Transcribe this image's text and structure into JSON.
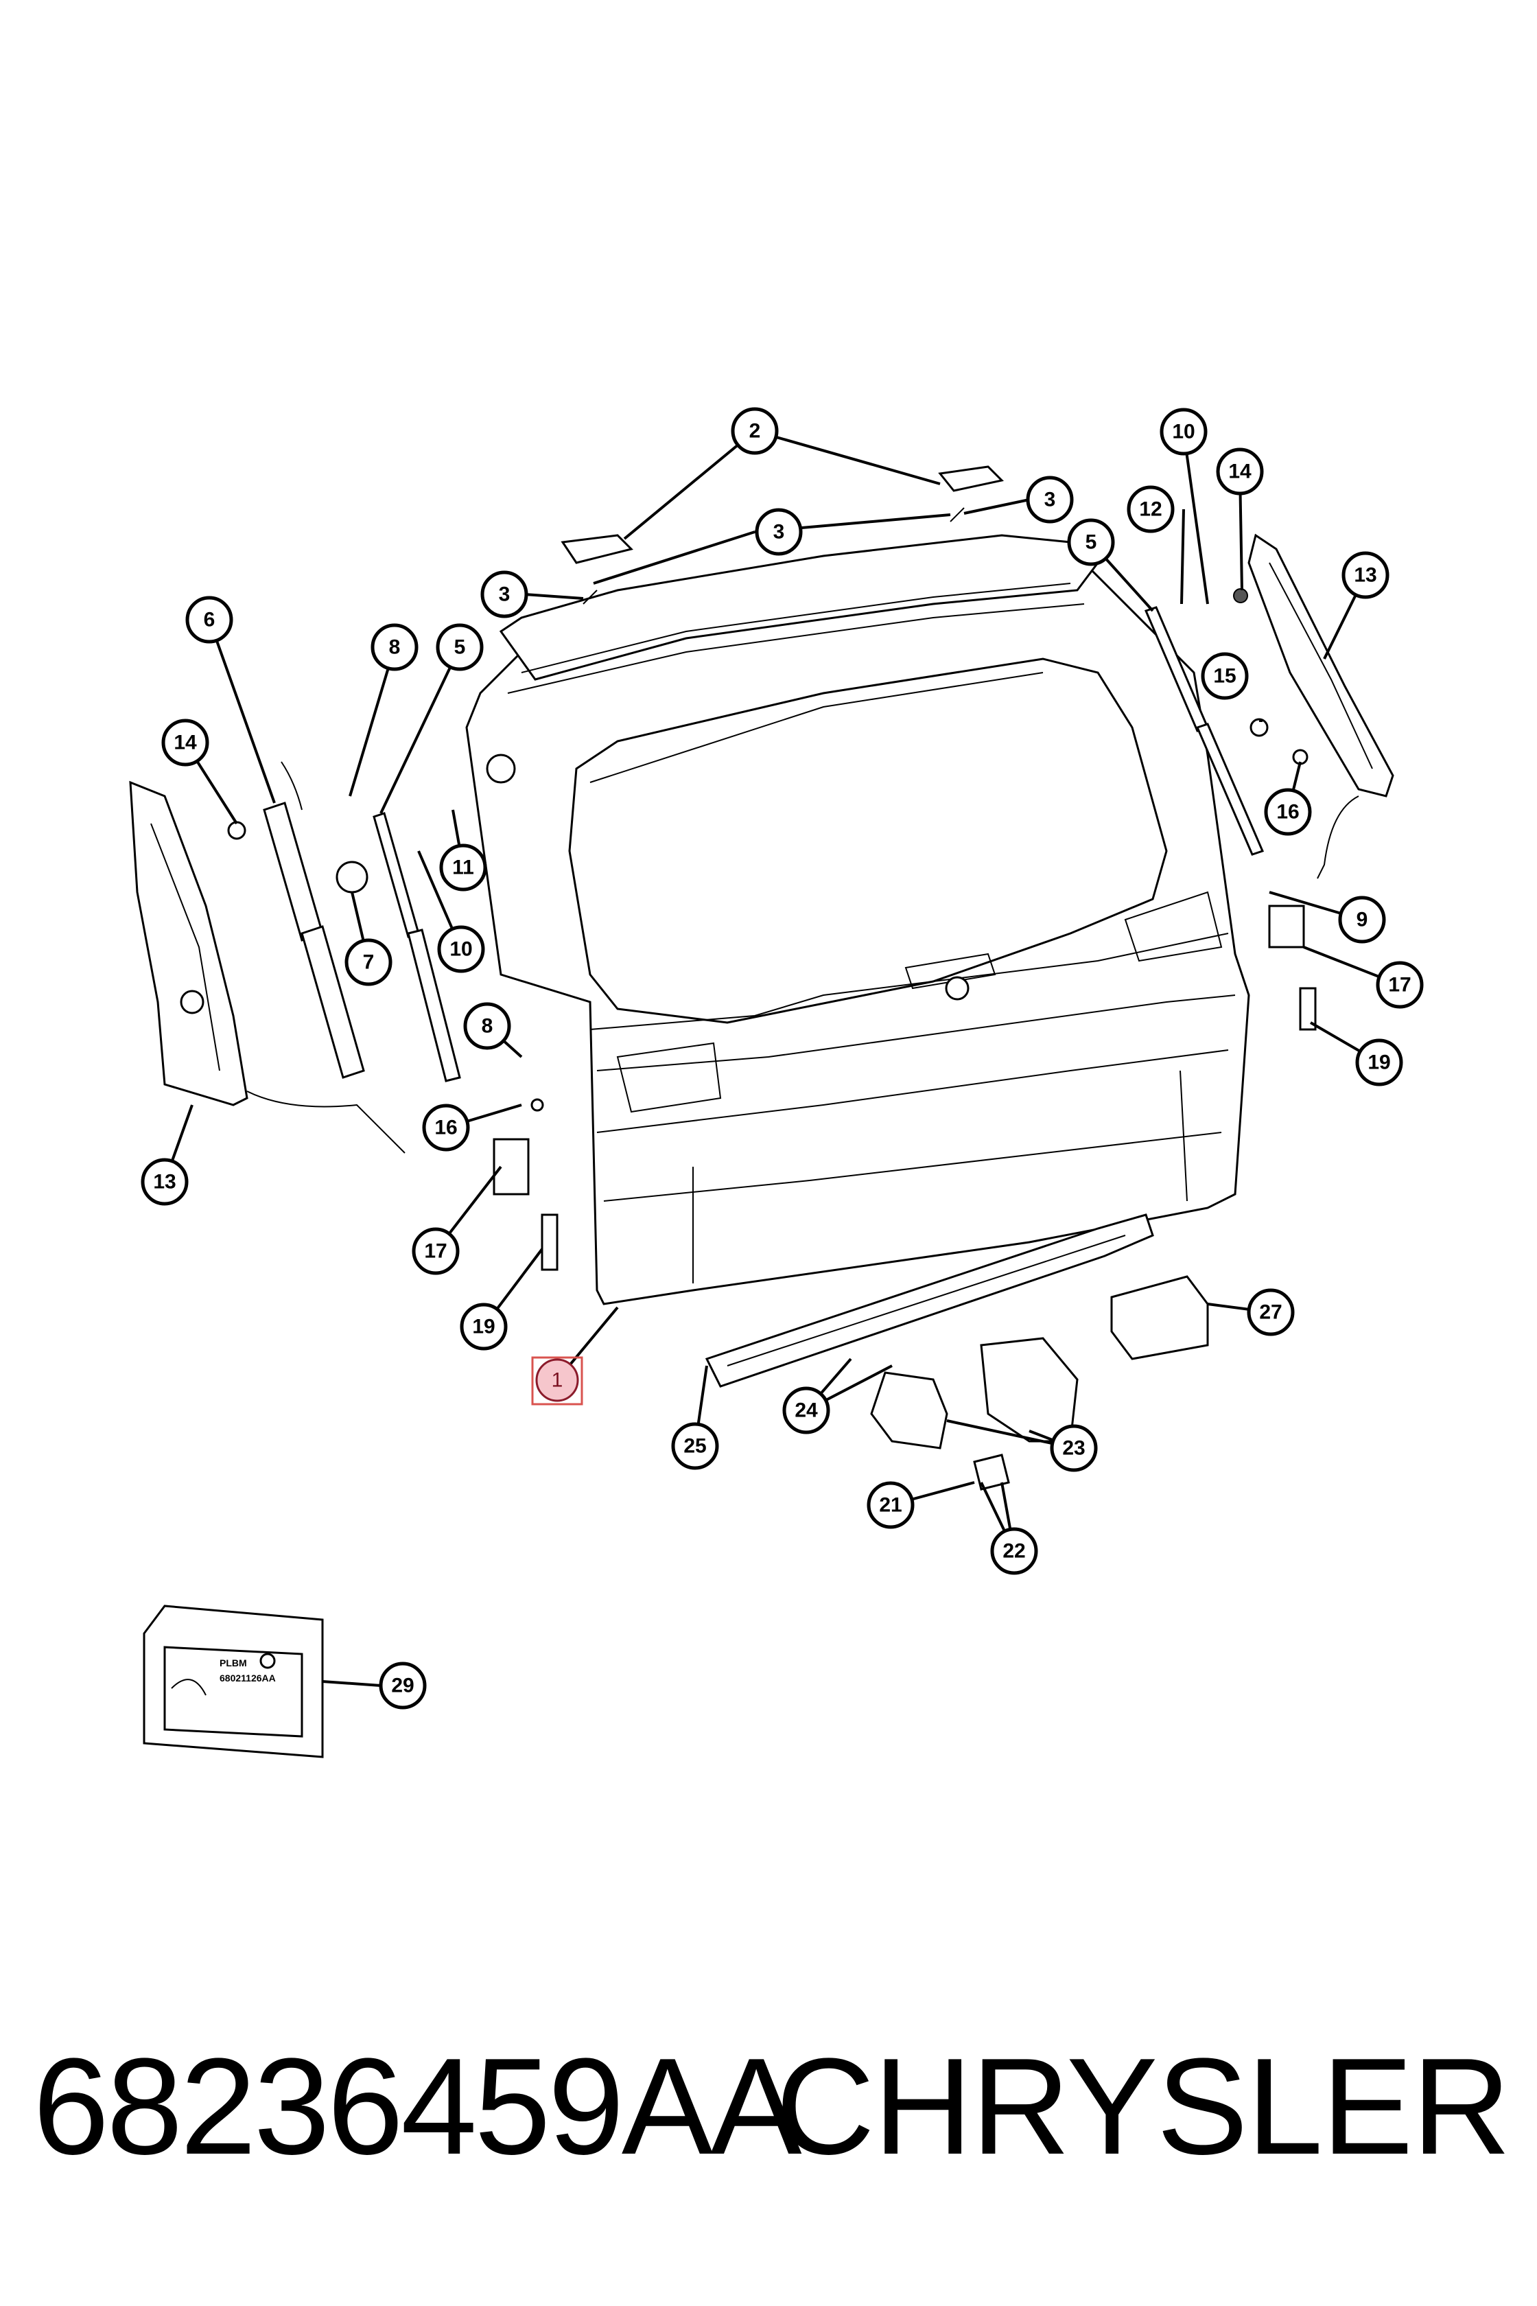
{
  "diagram": {
    "callouts": [
      "2",
      "3",
      "3",
      "3",
      "10",
      "14",
      "12",
      "5",
      "13",
      "6",
      "8",
      "5",
      "14",
      "15",
      "16",
      "11",
      "7",
      "10",
      "9",
      "17",
      "8",
      "16",
      "19",
      "13",
      "17",
      "19",
      "1",
      "25",
      "24",
      "23",
      "27",
      "21",
      "22",
      "29"
    ],
    "module_label": {
      "line1": "PLBM",
      "line2": "68021126AA"
    }
  },
  "footer": {
    "part_number": "68236459AA",
    "brand": "CHRYSLER"
  }
}
